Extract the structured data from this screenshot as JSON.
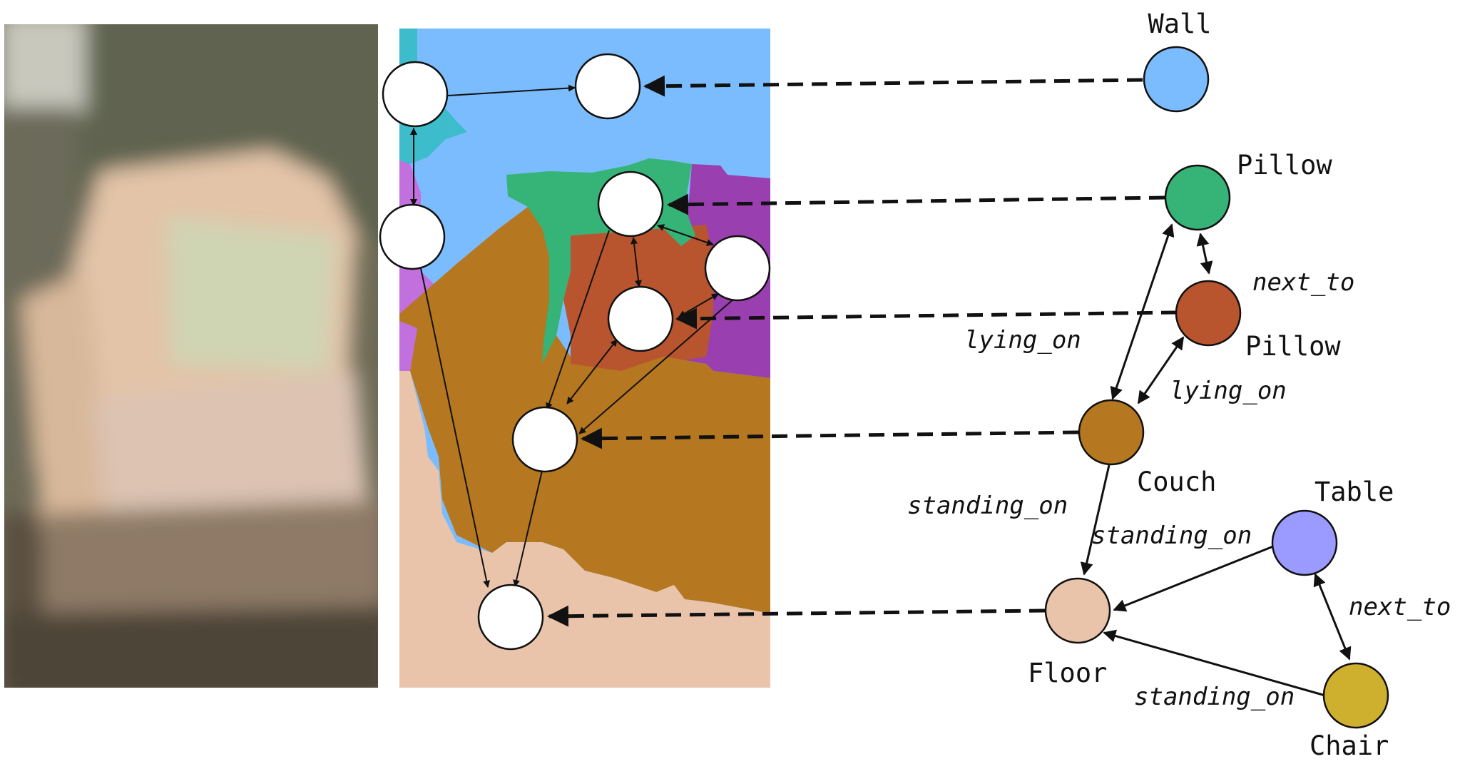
{
  "colors": {
    "wall": "#7bbcff",
    "pillow_green": "#36b377",
    "pillow_orange": "#b9552e",
    "couch": "#b5771f",
    "floor": "#e9c4aa",
    "table": "#9a9aff",
    "chair": "#cfb02e",
    "purple": "#9a3fb0",
    "lavender": "#c270de",
    "teal": "#3dbccc",
    "edge": "#111111"
  },
  "graph": {
    "nodes": {
      "wall": "Wall",
      "pillow_top": "Pillow",
      "pillow_bottom": "Pillow",
      "couch": "Couch",
      "floor": "Floor",
      "table": "Table",
      "chair": "Chair"
    },
    "edges": {
      "pillows_next_to": "next_to",
      "pillow_top_on_couch": "lying_on",
      "pillow_bottom_on_couch": "lying_on",
      "couch_on_floor": "standing_on",
      "table_on_floor": "standing_on",
      "table_chair_next_to": "next_to",
      "chair_on_floor": "standing_on"
    }
  }
}
